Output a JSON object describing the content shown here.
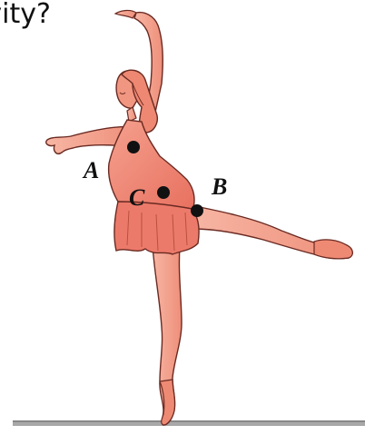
{
  "question": {
    "text": "avity?"
  },
  "points": [
    {
      "label": "A"
    },
    {
      "label": "B"
    },
    {
      "label": "C"
    }
  ],
  "colors": {
    "skin": "#f4a08c",
    "dress": "#ec7a6a",
    "outline": "#6a2a22",
    "dot": "#111111",
    "floor": "#a0a0a0"
  }
}
